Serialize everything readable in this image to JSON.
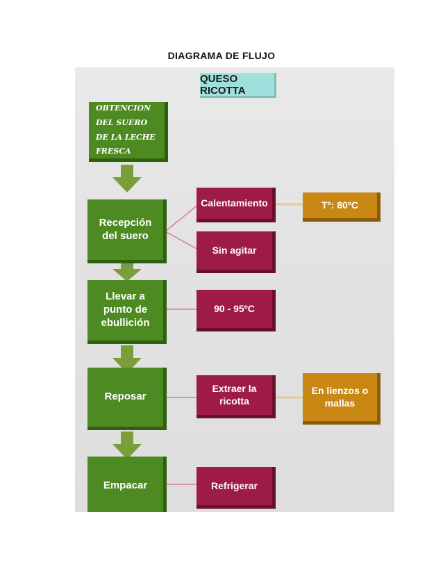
{
  "page_heading": "DIAGRAMA DE FLUJO",
  "diagram": {
    "title": "QUESO RICOTTA",
    "steps": [
      {
        "label": "OBTENCION DEL SUERO DE LA LECHE FRESCA"
      },
      {
        "label": "Recepción del suero"
      },
      {
        "label": "Llevar a punto de ebullición"
      },
      {
        "label": "Reposar"
      },
      {
        "label": "Empacar"
      }
    ],
    "details": {
      "calentamiento": "Calentamiento",
      "sin_agitar": "Sin agitar",
      "temp_boil": "90 - 95ºC",
      "extraer": "Extraer la ricotta",
      "refrigerar": "Refrigerar"
    },
    "notes": {
      "temp_80": "Tº: 80ºC",
      "lienzos": "En lienzos o mallas"
    },
    "colors": {
      "step": "#4d8a22",
      "detail": "#9e1b45",
      "note": "#c98714",
      "title": "#9fe0dc",
      "arrow": "#7a9e3a"
    }
  }
}
